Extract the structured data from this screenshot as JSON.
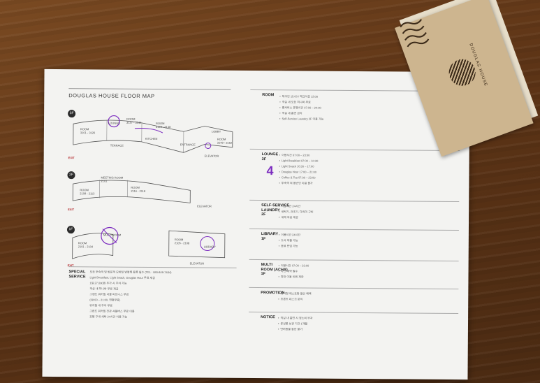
{
  "floor_map": {
    "title": "DOUGLAS HOUSE FLOOR MAP",
    "floor3": {
      "badge": "3F",
      "rooms": [
        "ROOM\n3101 - 3126",
        "LOUNGE",
        "ROOM\n3127 - 3142",
        "ROOM\n3143 - 3148",
        "ROOM\n3149 - 3152",
        "LOBBY",
        "TERRACE",
        "KITCHEN",
        "ENTRANCE",
        "ELEVATOR"
      ],
      "exit": "EXIT"
    },
    "floor2": {
      "badge": "2F",
      "rooms": [
        "MEETING ROOM\n2101",
        "ROOM\n2109 - 2113",
        "ROOM\n2116 - 2119",
        "ELEVATOR"
      ],
      "exit": "EXIT"
    },
    "floor1": {
      "badge": "1F",
      "rooms": [
        "ROOM\n2101 - 2104",
        "MULTI ROOM",
        "ROOM\n2105 - 2108",
        "LIBRARY",
        "ELEVATOR"
      ],
      "exit": "EXIT"
    }
  },
  "special_service": {
    "title": "SPECIAL SERVICE",
    "lines": [
      "모든 투숙객 및 방문객 모바일 방명록 등록 필수 (TEL : 080-849-7484)",
      "Light Breakfast, Light Snack, Douglas Hour 무료 제공",
      "1일 27,000원 추가 시 주차 가능",
      "객실 내 미니바 무료 제공",
      "그랜드 워커힐 서울 피트니스 무료",
      "(09:00 – 21:00, 연중무휴)",
      "위커힐 내 주차 무료",
      "그랜드 워커힐 전관 셔틀버스 무료 이용",
      "호텔 구내 세탁 24시간 이용 가능"
    ]
  },
  "sections": [
    {
      "title": "ROOM",
      "lines": [
        "체크인 15:00 / 체크아웃 12:00",
        "객실 내 모든 미니바 무료",
        "룸서비스 운영시간 07:00 – 24:00",
        "객실 내 흡연 금지",
        "Self-Service Laundry 2F 이용 가능"
      ]
    },
    {
      "title": "LOUNGE\n3F",
      "lines": [
        "이용시간 07:00 – 23:00",
        "Light Breakfast 07:00 – 10:30",
        "Light Snack 10:30 – 17:00",
        "Douglas Hour 17:00 – 21:00",
        "Coffee & Tea 07:00 – 23:00",
        "투숙객 외 동반인 이용 불가"
      ]
    },
    {
      "title": "SELF-SERVICE\nLAUNDRY\n2F",
      "lines": [
        "이용시간 24시간",
        "세탁기, 건조기, 다리미 구비",
        "세제 무료 제공"
      ]
    },
    {
      "title": "LIBRARY\n1F",
      "lines": [
        "이용시간 24시간",
        "도서 대출 가능",
        "음료 반입 가능"
      ]
    },
    {
      "title": "MULTI\nROOM (ACHA)\n1F",
      "lines": [
        "이용시간 07:00 – 23:00",
        "사전 예약 필수",
        "최대 이용 인원 제한"
      ]
    },
    {
      "title": "PROMOTION",
      "lines": [
        "워커힐 레스토랑 할인 혜택",
        "프론트 데스크 문의"
      ]
    },
    {
      "title": "NOTICE",
      "lines": [
        "객실 내 흡연 시 청소비 부과",
        "분실물 보관 기간 1개월",
        "반려동물 동반 불가"
      ]
    }
  ],
  "card": {
    "brand": "DOUGLAS HOUSE"
  },
  "colors": {
    "wood": "#5d3416",
    "paper": "#f3f3f1",
    "marker": "#7b2bbf",
    "card": "#cdb58f",
    "exit_red": "#b3262a"
  }
}
